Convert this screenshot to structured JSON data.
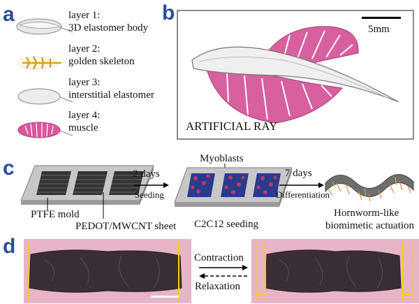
{
  "panels": {
    "a": {
      "letter": "a",
      "layers": [
        {
          "title": "layer 1:",
          "desc": "3D elastomer body"
        },
        {
          "title": "layer 2:",
          "desc": "golden skeleton"
        },
        {
          "title": "layer 3:",
          "desc": "interstitial elastomer"
        },
        {
          "title": "layer 4:",
          "desc": "muscle"
        }
      ]
    },
    "b": {
      "letter": "b",
      "scale_bar": "5mm",
      "caption": "ARTIFICIAL RAY"
    },
    "c": {
      "letter": "c",
      "step1": {
        "top": "2 days",
        "bottom": "Seeding"
      },
      "step2": {
        "top": "7 days",
        "bottom": "Differentiation"
      },
      "myoblasts": "Myoblasts",
      "ptfe": "PTFE mold",
      "pedot": "PEDOT/MWCNT sheet",
      "c2c12": "C2C12 seeding",
      "result_line1": "Hornworm-like",
      "result_line2": "biomimetic actuation"
    },
    "d": {
      "letter": "d",
      "contraction": "Contraction",
      "relaxation": "Relaxation"
    }
  }
}
